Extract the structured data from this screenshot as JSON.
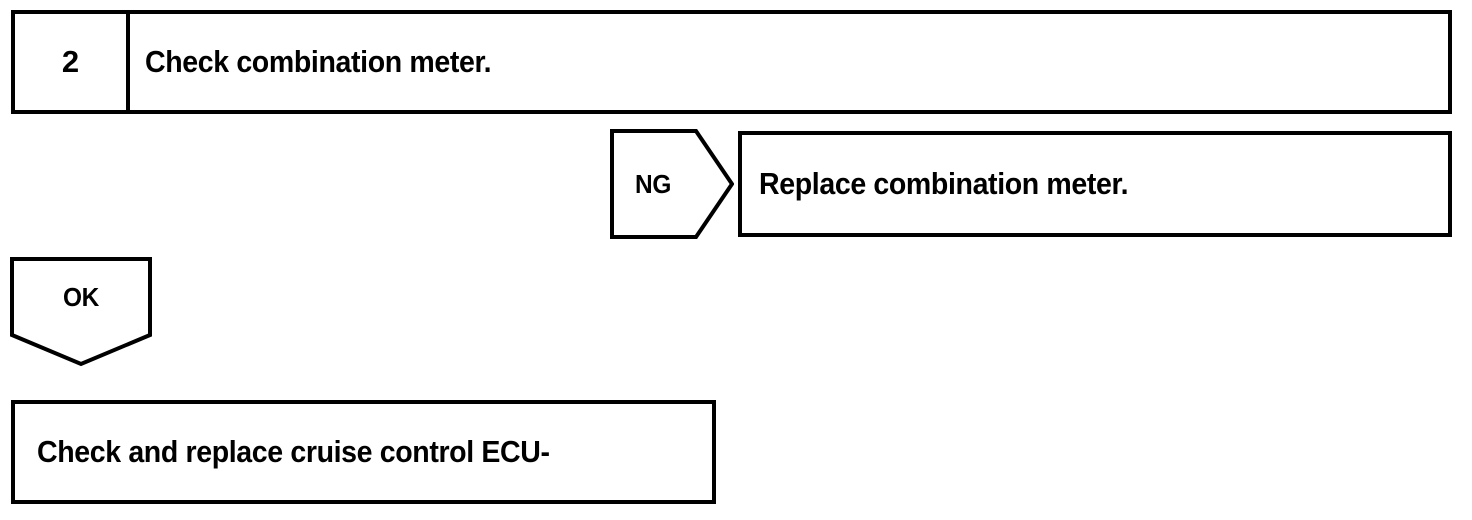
{
  "colors": {
    "ink": "#000000",
    "paper": "#ffffff"
  },
  "flowchart": {
    "type": "troubleshooting-flowchart",
    "step": {
      "number": "2",
      "instruction": "Check combination meter."
    },
    "branches": [
      {
        "label": "NG",
        "direction": "right",
        "target": "Replace combination meter."
      },
      {
        "label": "OK",
        "direction": "down",
        "target": "Check and replace cruise control ECU-"
      }
    ],
    "ng_result": "Replace combination meter.",
    "ok_result": "Check and replace cruise control ECU-"
  }
}
